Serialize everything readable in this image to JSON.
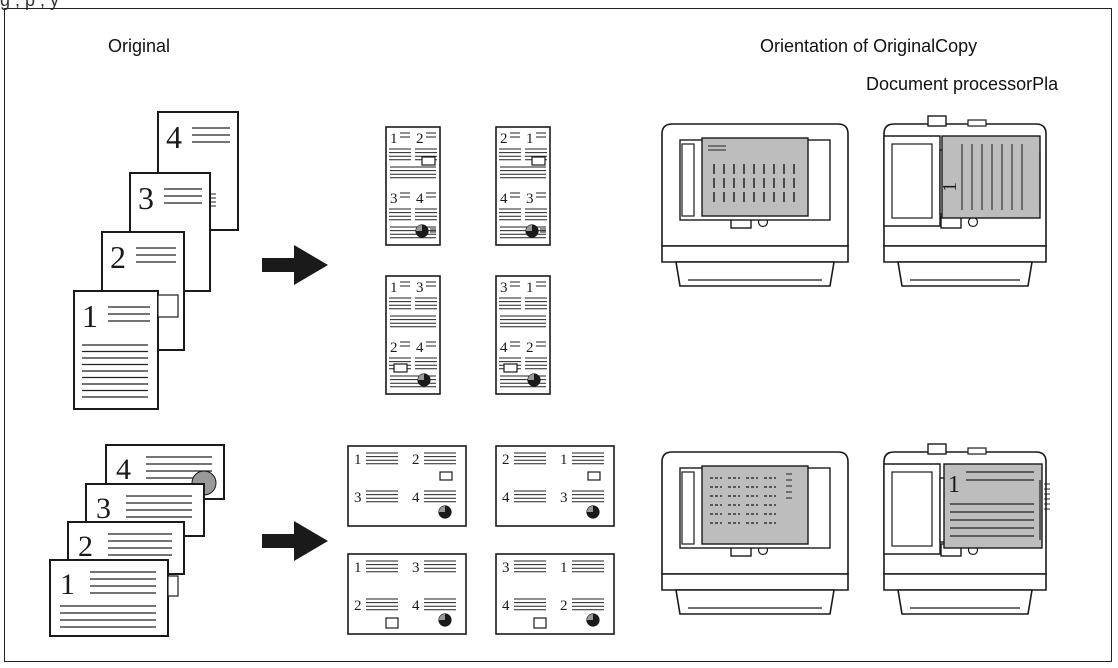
{
  "header_fragment": "g  ,  p   ,   y",
  "labels": {
    "original": "Original",
    "orientation": "Orientation of OriginalCopy",
    "processor": "Document processorPla"
  },
  "stack_page_numbers": [
    "4",
    "3",
    "2",
    "1"
  ],
  "layout_page_numbers": {
    "portrait_top_left": [
      "1",
      "2",
      "3",
      "4"
    ],
    "portrait_top_right": [
      "2",
      "1",
      "4",
      "3"
    ],
    "portrait_bottom_left": [
      "1",
      "3",
      "2",
      "4"
    ],
    "portrait_bottom_right": [
      "3",
      "1",
      "4",
      "2"
    ],
    "landscape_top_left": [
      "1",
      "2",
      "3",
      "4"
    ],
    "landscape_top_right": [
      "2",
      "1",
      "4",
      "3"
    ],
    "landscape_bottom_left": [
      "1",
      "3",
      "2",
      "4"
    ],
    "landscape_bottom_right": [
      "3",
      "1",
      "4",
      "2"
    ]
  },
  "scanner_marks": {
    "adf_top": "1",
    "adf_bottom": "1"
  },
  "colors": {
    "line": "#222222",
    "gray_fill": "#bdbdbd",
    "dark": "#1a1a1a"
  }
}
